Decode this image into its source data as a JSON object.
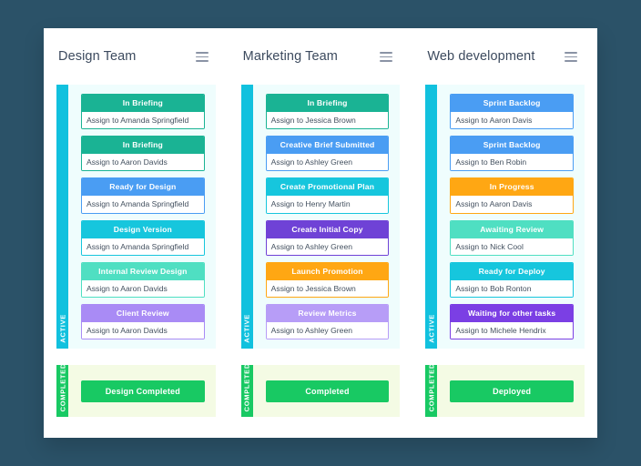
{
  "theme": {
    "page_background": "#2b5268",
    "panel_background": "#ffffff",
    "active_lane_background": "#effdfd",
    "completed_lane_background": "#f4fbe4",
    "active_strip": "#11c1de",
    "completed_strip": "#18c963",
    "title_color": "#3c4a5e",
    "assignee_color": "#43505f"
  },
  "lane_labels": {
    "active": "ACTIVE",
    "completed": "COMPLETED"
  },
  "icons": {
    "menu": "hamburger-menu-icon"
  },
  "columns": [
    {
      "title": "Design Team",
      "menu_icon": "hamburger-menu-icon",
      "active_cards": [
        {
          "title": "In Briefing",
          "assignee": "Assign to Amanda Springfield",
          "color": "#1ab394"
        },
        {
          "title": "In Briefing",
          "assignee": "Assign to Aaron Davids",
          "color": "#1ab394"
        },
        {
          "title": "Ready for Design",
          "assignee": "Assign to Amanda Springfield",
          "color": "#4a9df3"
        },
        {
          "title": "Design Version",
          "assignee": "Assign to Amanda Springfield",
          "color": "#16c6dd"
        },
        {
          "title": "Internal Review Design",
          "assignee": "Assign to Aaron Davids",
          "color": "#4fdfc2"
        },
        {
          "title": "Client Review",
          "assignee": "Assign to Aaron Davids",
          "color": "#a98bf5"
        }
      ],
      "completed_label": "Design Completed"
    },
    {
      "title": "Marketing Team",
      "menu_icon": "hamburger-menu-icon",
      "active_cards": [
        {
          "title": "In Briefing",
          "assignee": "Assign to Jessica Brown",
          "color": "#1ab394"
        },
        {
          "title": "Creative Brief Submitted",
          "assignee": "Assign to Ashley Green",
          "color": "#4a9df3"
        },
        {
          "title": "Create Promotional Plan",
          "assignee": "Assign to Henry Martin",
          "color": "#16c6dd"
        },
        {
          "title": "Create Initial Copy",
          "assignee": "Assign to Ashley Green",
          "color": "#6f42d6"
        },
        {
          "title": "Launch Promotion",
          "assignee": "Assign to Jessica Brown",
          "color": "#ffa713"
        },
        {
          "title": "Review Metrics",
          "assignee": "Assign to Ashley Green",
          "color": "#b79df7"
        }
      ],
      "completed_label": "Completed"
    },
    {
      "title": "Web development",
      "menu_icon": "hamburger-menu-icon",
      "active_cards": [
        {
          "title": "Sprint Backlog",
          "assignee": "Assign to Aaron Davis",
          "color": "#4a9df3"
        },
        {
          "title": "Sprint Backlog",
          "assignee": "Assign to Ben Robin",
          "color": "#4a9df3"
        },
        {
          "title": "In Progress",
          "assignee": "Assign to Aaron Davis",
          "color": "#ffa713"
        },
        {
          "title": "Awaiting Review",
          "assignee": "Assign to Nick Cool",
          "color": "#4fdfc2"
        },
        {
          "title": "Ready for Deploy",
          "assignee": "Assign to Bob Ronton",
          "color": "#16c6dd"
        },
        {
          "title": "Waiting for other tasks",
          "assignee": "Assign to Michele Hendrix",
          "color": "#7b3fe4"
        }
      ],
      "completed_label": "Deployed"
    }
  ]
}
